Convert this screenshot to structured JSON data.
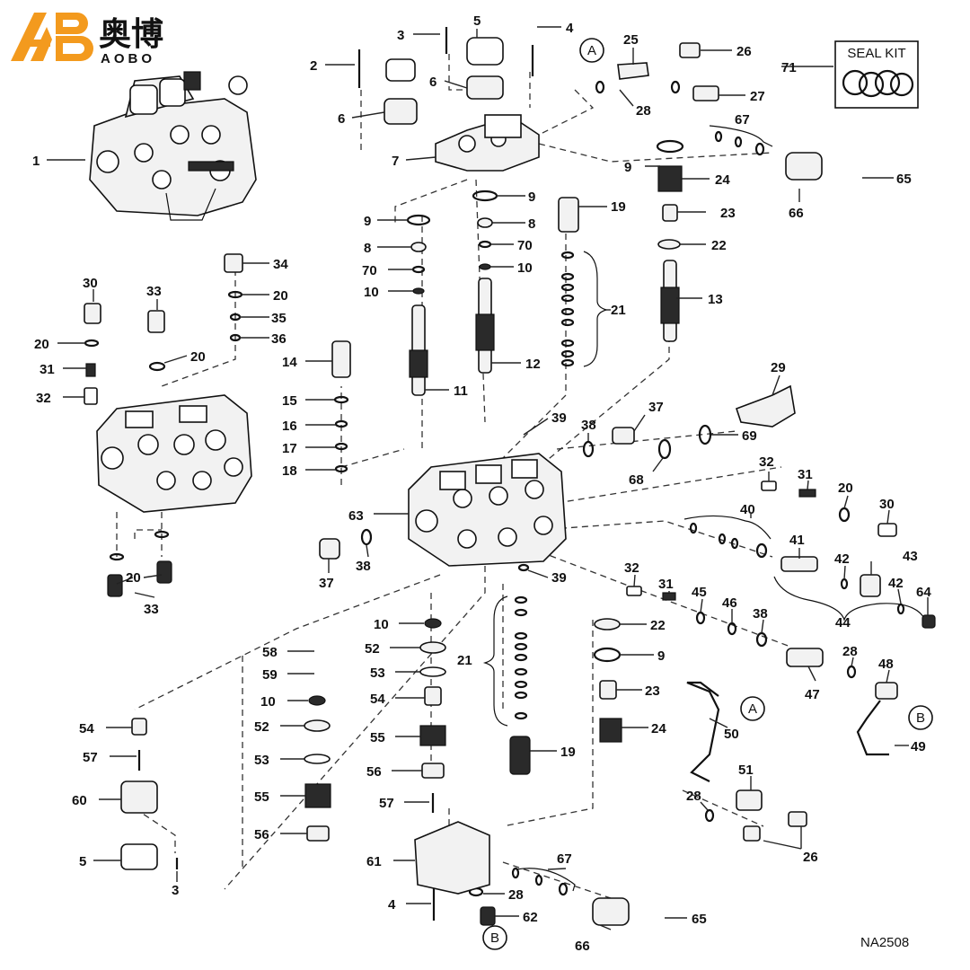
{
  "brand": {
    "name_cn": "奥博",
    "name_en": "AOBO",
    "logo_color": "#f39a1e"
  },
  "seal_kit": {
    "label": "SEAL KIT",
    "callout": "71"
  },
  "figure_code": "NA2508",
  "connectors": {
    "a": "A",
    "b": "B"
  },
  "callouts": {
    "c1": "1",
    "c2": "2",
    "c3_top": "3",
    "c3_bottom": "3",
    "c4_top": "4",
    "c4_bottom": "4",
    "c5_top": "5",
    "c5_bottom": "5",
    "c6_left": "6",
    "c6_center": "6",
    "c7": "7",
    "c8_left": "8",
    "c8_center": "8",
    "c9_left": "9",
    "c9_center": "9",
    "c9_right": "9",
    "c9_lower": "9",
    "c10_left": "10",
    "c10_center": "10",
    "c10_lower_center": "10",
    "c10_lower_left": "10",
    "c11": "11",
    "c12": "12",
    "c13": "13",
    "c14": "14",
    "c15": "15",
    "c16": "16",
    "c17": "17",
    "c18": "18",
    "c19_upper": "19",
    "c19_lower": "19",
    "c20_a": "20",
    "c20_b": "20",
    "c20_c": "20",
    "c20_d": "20",
    "c20_e": "20",
    "c21_upper": "21",
    "c21_lower": "21",
    "c22_upper": "22",
    "c22_lower": "22",
    "c23_upper": "23",
    "c23_lower": "23",
    "c24_upper": "24",
    "c24_lower": "24",
    "c25": "25",
    "c26_top": "26",
    "c26_bottom": "26",
    "c27": "27",
    "c28_top": "28",
    "c28_right": "28",
    "c28_center": "28",
    "c28_bottom": "28",
    "c29": "29",
    "c30_left": "30",
    "c30_right": "30",
    "c31_left": "31",
    "c31_right_upper": "31",
    "c31_right_lower": "31",
    "c32_left": "32",
    "c32_right_upper": "32",
    "c32_right_lower": "32",
    "c33_top": "33",
    "c33_bottom": "33",
    "c34": "34",
    "c35": "35",
    "c36": "36",
    "c37_right": "37",
    "c37_left": "37",
    "c38_upper": "38",
    "c38_left": "38",
    "c38_right": "38",
    "c39_upper": "39",
    "c39_lower": "39",
    "c40": "40",
    "c41": "41",
    "c42_a": "42",
    "c42_b": "42",
    "c43": "43",
    "c44": "44",
    "c45": "45",
    "c46": "46",
    "c47": "47",
    "c48": "48",
    "c49": "49",
    "c50": "50",
    "c51": "51",
    "c52_center": "52",
    "c52_left": "52",
    "c53_center": "53",
    "c53_left": "53",
    "c54_center": "54",
    "c54_left": "54",
    "c55_center": "55",
    "c55_left": "55",
    "c56_center": "56",
    "c56_left": "56",
    "c57_center": "57",
    "c57_left": "57",
    "c58": "58",
    "c59": "59",
    "c60": "60",
    "c61": "61",
    "c62": "62",
    "c63": "63",
    "c64": "64",
    "c65_top": "65",
    "c65_bottom": "65",
    "c66_top": "66",
    "c66_bottom": "66",
    "c67_top": "67",
    "c67_bottom": "67",
    "c68": "68",
    "c69": "69",
    "c70_left": "70",
    "c70_center": "70"
  }
}
